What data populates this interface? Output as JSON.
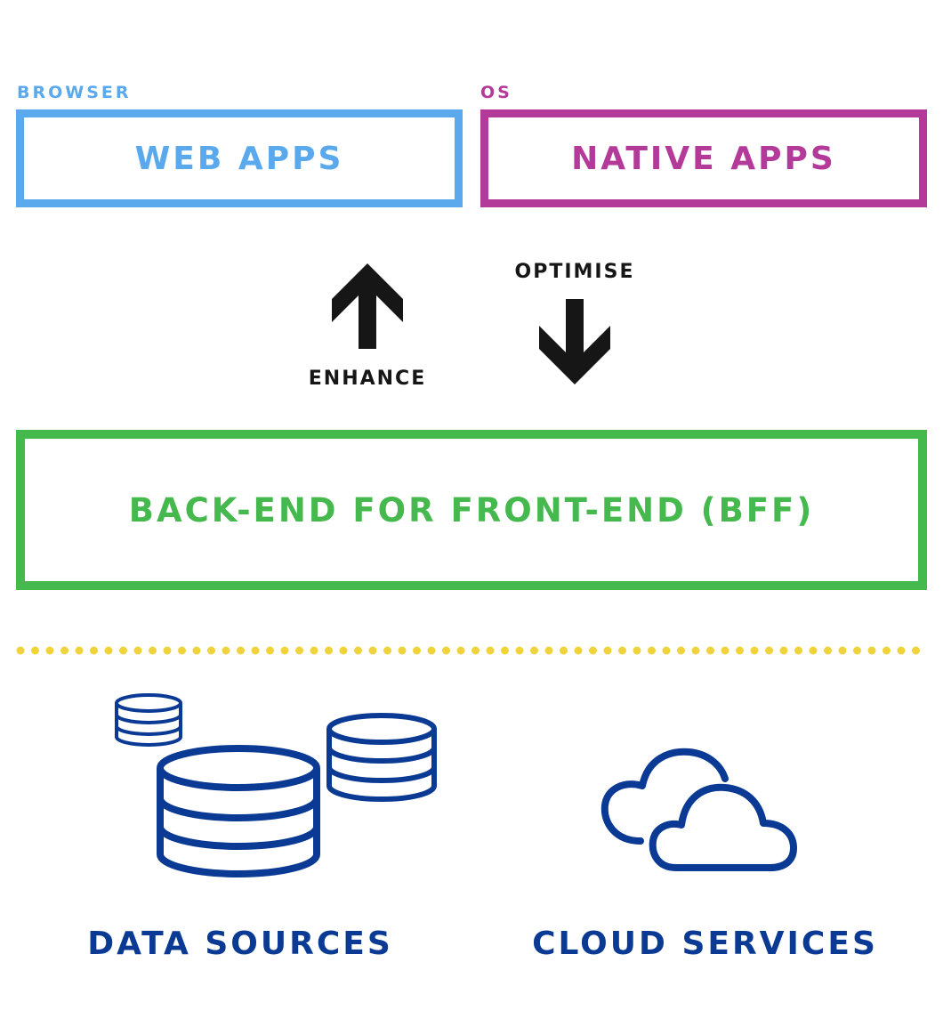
{
  "colors": {
    "browser": "#5aa9ec",
    "os": "#b43a9a",
    "bff": "#45b84e",
    "divider": "#f0d23a",
    "backend_icons": "#0b3a94",
    "arrows": "#161616"
  },
  "top": {
    "browser_caption": "BROWSER",
    "os_caption": "OS",
    "web_apps": "WEB APPS",
    "native_apps": "NATIVE APPS"
  },
  "arrows": {
    "up_label": "ENHANCE",
    "down_label": "OPTIMISE",
    "up_icon": "arrow-up-icon",
    "down_icon": "arrow-down-icon"
  },
  "bff": {
    "label": "BACK-END FOR FRONT-END (BFF)"
  },
  "bottom": {
    "data_sources_label": "DATA SOURCES",
    "cloud_services_label": "CLOUD SERVICES",
    "data_icon": "database-icon",
    "cloud_icon": "cloud-icon"
  }
}
